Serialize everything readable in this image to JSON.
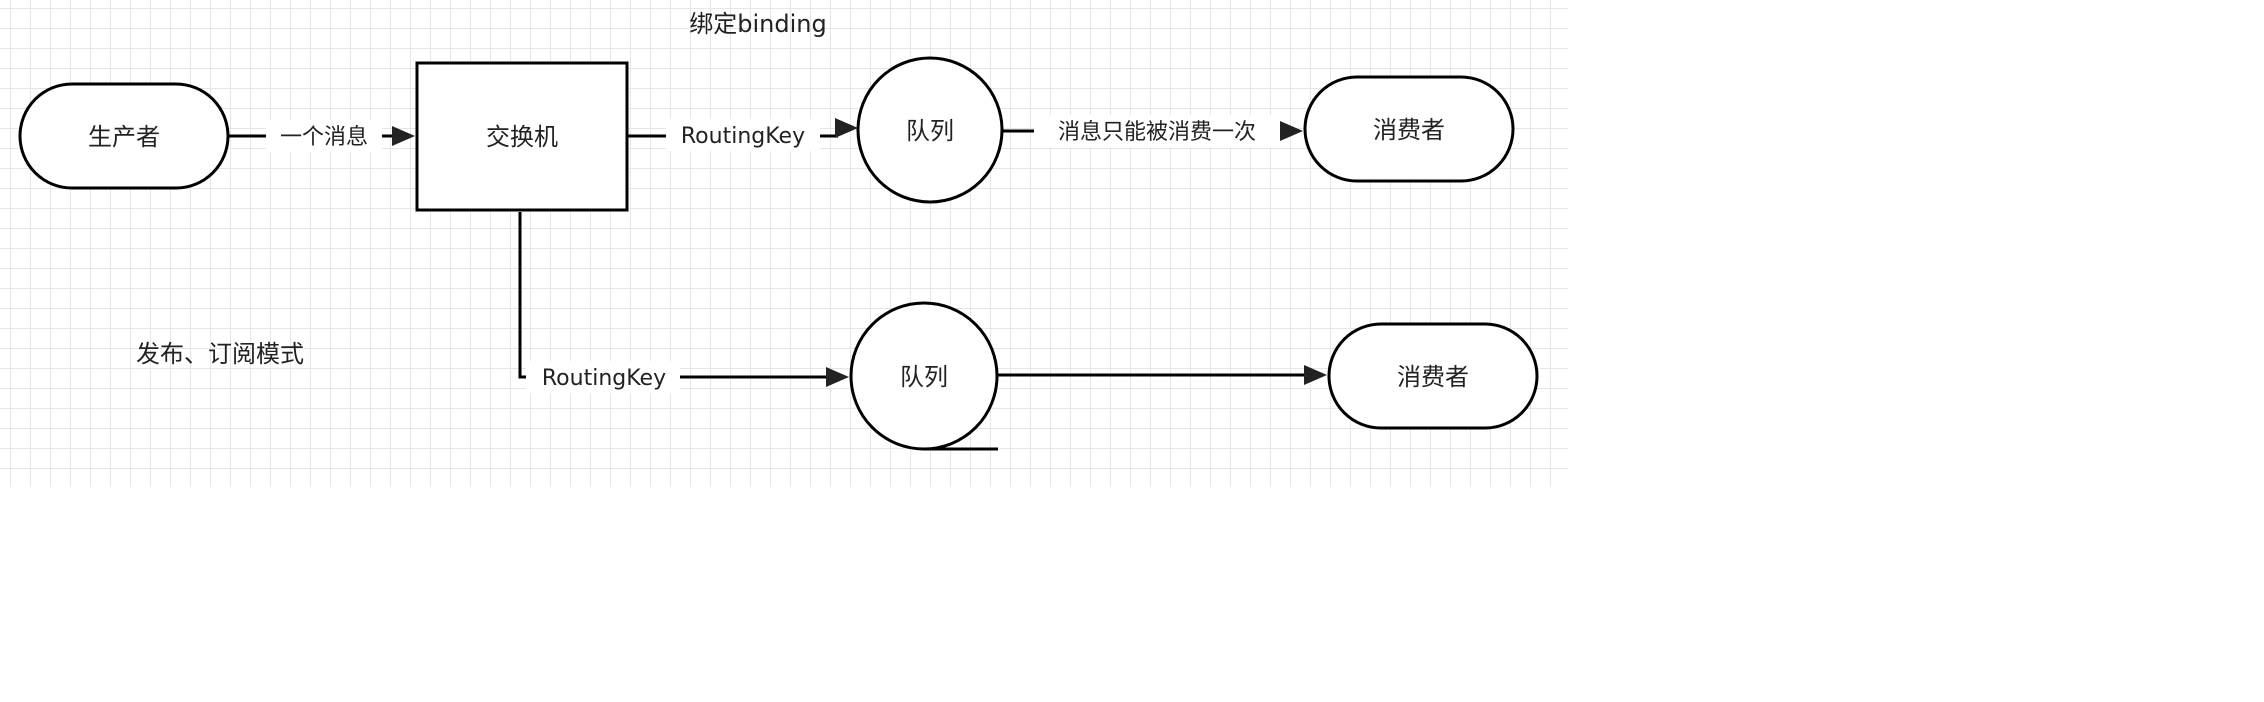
{
  "diagram": {
    "title_note": "绑定binding",
    "mode_label": "发布、订阅模式",
    "nodes": {
      "producer": "生产者",
      "exchange": "交换机",
      "queue_top": "队列",
      "queue_bottom": "队列",
      "consumer_top": "消费者",
      "consumer_bottom": "消费者"
    },
    "edges": {
      "producer_to_exchange": "一个消息",
      "exchange_to_queue_top": "RoutingKey",
      "queue_top_to_consumer_top": "消息只能被消费一次",
      "exchange_to_queue_bottom": "RoutingKey",
      "queue_bottom_to_consumer_bottom": ""
    }
  }
}
